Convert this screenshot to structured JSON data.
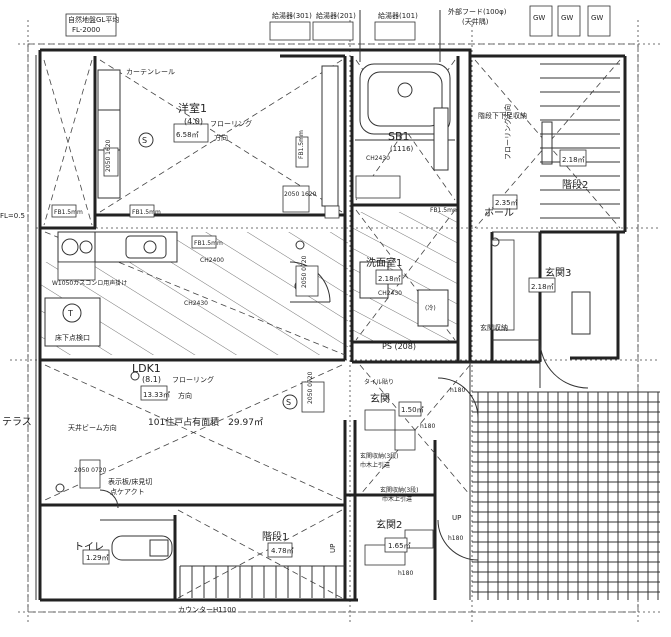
{
  "top": {
    "gl_note": "自然地盤GL平均",
    "fl_note": "FL-2000",
    "vent_301": "給湯器(301)",
    "vent_201": "給湯器(201)",
    "vent_101": "給湯器(101)",
    "hood_note": "外部フード(100φ)",
    "hood_note2": "(天井隅)",
    "tag_a": "GW",
    "tag_b": "GW",
    "tag_c": "GW"
  },
  "rooms": {
    "western": {
      "name": "洋室1",
      "size": "(4.0)",
      "floor": "フローリング",
      "dir": "方向",
      "area": "6.58㎡"
    },
    "bath": {
      "name": "SB1",
      "size": "(1116)"
    },
    "stairs2": {
      "name": "階段2",
      "area": "2.18㎡"
    },
    "hall": {
      "name": "ホール",
      "area": "2.35㎡"
    },
    "washroom": {
      "name": "洗面室1",
      "area": "2.18㎡"
    },
    "entrance3": {
      "name": "玄関3",
      "area": "2.18㎡"
    },
    "ldk": {
      "name": "LDK1",
      "size": "(8.1)",
      "floor": "フローリング",
      "dir": "方向",
      "area": "13.33㎡"
    },
    "entrance": {
      "name": "玄関",
      "area": "1.50㎡"
    },
    "entrance2": {
      "name": "玄関2",
      "area": "1.65㎡"
    },
    "stairs1": {
      "name": "階段1",
      "area": "4.78㎡"
    },
    "toilet": {
      "name": "トイレ",
      "area": "1.29㎡"
    },
    "terrace": {
      "name": "テラス"
    }
  },
  "labels": {
    "exclusive_area": "101住戸占有面積　29.97㎡",
    "ceiling_beam": "天井ビーム方向",
    "ps": "PS (208)",
    "storage_ent": "玄関収納",
    "storage_ent2": "玄関収納(3段)",
    "storage_ent2b": "巾木上引違",
    "storage_ent3": "玄関収納(3段)",
    "storage_ent3b": "巾木上引違",
    "curtain": "カーテンレール",
    "hall_dir": "フローリング方向",
    "stairs_down": "階段下下足収納",
    "display_note": "表示板/床見切",
    "display_note2": "点ケアクト",
    "gas_note": "W1050ガスコンロ用声掛け",
    "floor_drain": "床下点検口",
    "entrance_floor": "タイル貼り",
    "up1": "UP",
    "up2": "UP",
    "bottom_note": "カウンターH1100",
    "fl_left": "FL=0.5",
    "door_a": "2050 1620",
    "door_b": "2050 0720",
    "door_c": "2050 0720",
    "door_d": "2050 0720",
    "door_e": "2050 1620",
    "d1": "FB1.5mm",
    "d2": "FB1.5mm",
    "d3": "FB1.5mm",
    "d4": "FB1.5mm",
    "d5": "FB1.5mm",
    "h180a": "h180",
    "h180b": "h180",
    "h180c": "h180",
    "h180d": "h180",
    "cl": "CH2430",
    "cl2": "CH2430",
    "cl3": "CH2430",
    "mark_s1": "S",
    "mark_s2": "S",
    "mark_t": "T",
    "room_code": "CH2400",
    "cw": "(冷)"
  },
  "colors": {
    "ink": "#222222",
    "paper": "#ffffff",
    "hatch": "#555555"
  }
}
